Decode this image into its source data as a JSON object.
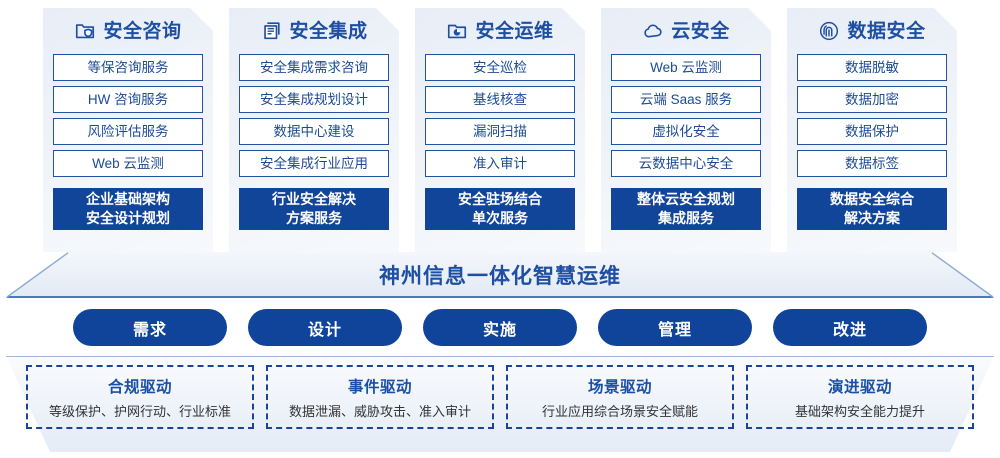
{
  "theme": {
    "primary": "#11459a",
    "title_blue": "#1f4fa3",
    "item_border": "#23539f",
    "card_bg_top": "#e8eef7",
    "pill_bg": "#10449a",
    "dash_border": "#18459a"
  },
  "cards": [
    {
      "icon": "folder-shield-icon",
      "title": "安全咨询",
      "items": [
        "等保咨询服务",
        "HW 咨询服务",
        "风险评估服务",
        "Web 云监测"
      ],
      "highlight": [
        "企业基础架构",
        "安全设计规划"
      ]
    },
    {
      "icon": "documents-stack-icon",
      "title": "安全集成",
      "items": [
        "安全集成需求咨询",
        "安全集成规划设计",
        "数据中心建设",
        "安全集成行业应用"
      ],
      "highlight": [
        "行业安全解决",
        "方案服务"
      ]
    },
    {
      "icon": "pie-chart-monitor-icon",
      "title": "安全运维",
      "items": [
        "安全巡检",
        "基线核查",
        "漏洞扫描",
        "准入审计"
      ],
      "highlight": [
        "安全驻场结合",
        "单次服务"
      ]
    },
    {
      "icon": "cloud-icon",
      "title": "云安全",
      "items": [
        "Web 云监测",
        "云端 Saas 服务",
        "虚拟化安全",
        "云数据中心安全"
      ],
      "highlight": [
        "整体云安全规划",
        "集成服务"
      ]
    },
    {
      "icon": "fingerprint-icon",
      "title": "数据安全",
      "items": [
        "数据脱敏",
        "数据加密",
        "数据保护",
        "数据标签"
      ],
      "highlight": [
        "数据安全综合",
        "解决方案"
      ]
    }
  ],
  "banner": {
    "text": "神州信息一体化智慧运维"
  },
  "pills": [
    {
      "label": "需求"
    },
    {
      "label": "设计"
    },
    {
      "label": "实施"
    },
    {
      "label": "管理"
    },
    {
      "label": "改进"
    }
  ],
  "drivers": [
    {
      "title": "合规驱动",
      "desc": "等级保护、护网行动、行业标准"
    },
    {
      "title": "事件驱动",
      "desc": "数据泄漏、威胁攻击、准入审计"
    },
    {
      "title": "场景驱动",
      "desc": "行业应用综合场景安全赋能"
    },
    {
      "title": "演进驱动",
      "desc": "基础架构安全能力提升"
    }
  ]
}
